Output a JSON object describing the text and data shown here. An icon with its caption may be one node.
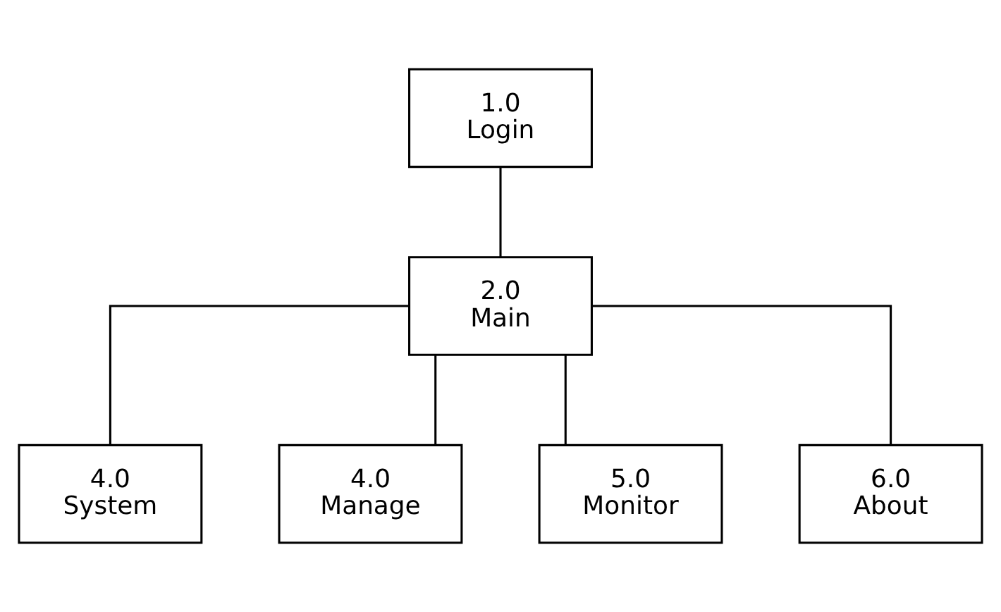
{
  "diagram": {
    "nodes": [
      {
        "text": [
          "1.0 Login"
        ]
      },
      {
        "text": [
          "2.0 Main"
        ]
      },
      {
        "text": [
          "4.0 System"
        ]
      },
      {
        "text": [
          "4.0 Manage"
        ]
      },
      {
        "text": [
          "5.0 Monitor"
        ]
      },
      {
        "text": [
          "6.0 About"
        ]
      }
    ],
    "edges": [
      {
        "from": 0,
        "to": 1,
        "arrow": "none"
      },
      {
        "from": 1,
        "to": 2,
        "arrow": "none"
      },
      {
        "from": 1,
        "to": 3,
        "arrow": "none"
      },
      {
        "from": 1,
        "to": 4,
        "arrow": "none"
      },
      {
        "from": 1,
        "to": 5,
        "arrow": "none"
      }
    ]
  }
}
